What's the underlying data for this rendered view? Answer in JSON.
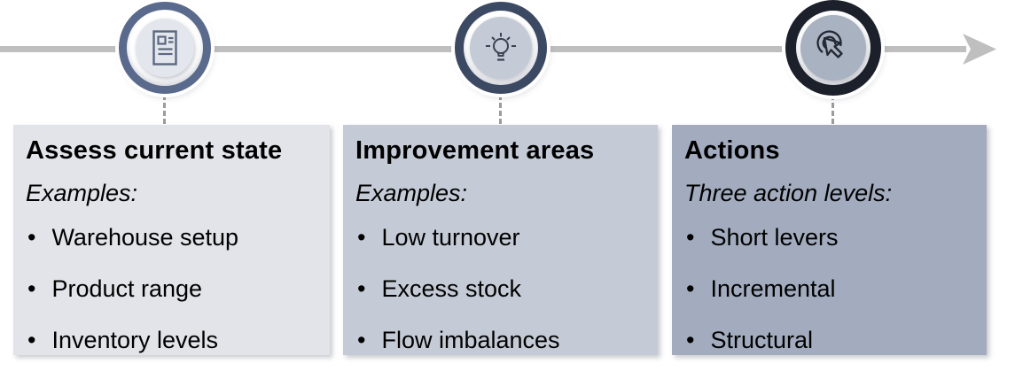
{
  "diagram": {
    "type": "process-timeline",
    "timeline": {
      "arrow_color": "#bfbfbf",
      "connector_color": "#9b9b9b"
    },
    "steps": [
      {
        "icon": "document-icon",
        "ring_color": "#5a6a8c",
        "inner_fill": "#e3e6ec",
        "box_color": "#e2e4e9",
        "title": "Assess current state",
        "subtitle": "Examples:",
        "bullets": [
          "Warehouse setup",
          "Product range",
          "Inventory levels"
        ]
      },
      {
        "icon": "lightbulb-icon",
        "ring_color": "#3c4963",
        "inner_fill": "#c5cbd6",
        "box_color": "#c5cbd6",
        "title": "Improvement areas",
        "subtitle": "Examples:",
        "bullets": [
          "Low turnover",
          "Excess stock",
          "Flow imbalances"
        ]
      },
      {
        "icon": "click-cursor-icon",
        "ring_color": "#1b202b",
        "inner_fill": "#a9b2c1",
        "box_color": "#a2acbe",
        "title": "Actions",
        "subtitle": "Three action levels:",
        "bullets": [
          "Short levers",
          "Incremental",
          "Structural"
        ]
      }
    ]
  }
}
